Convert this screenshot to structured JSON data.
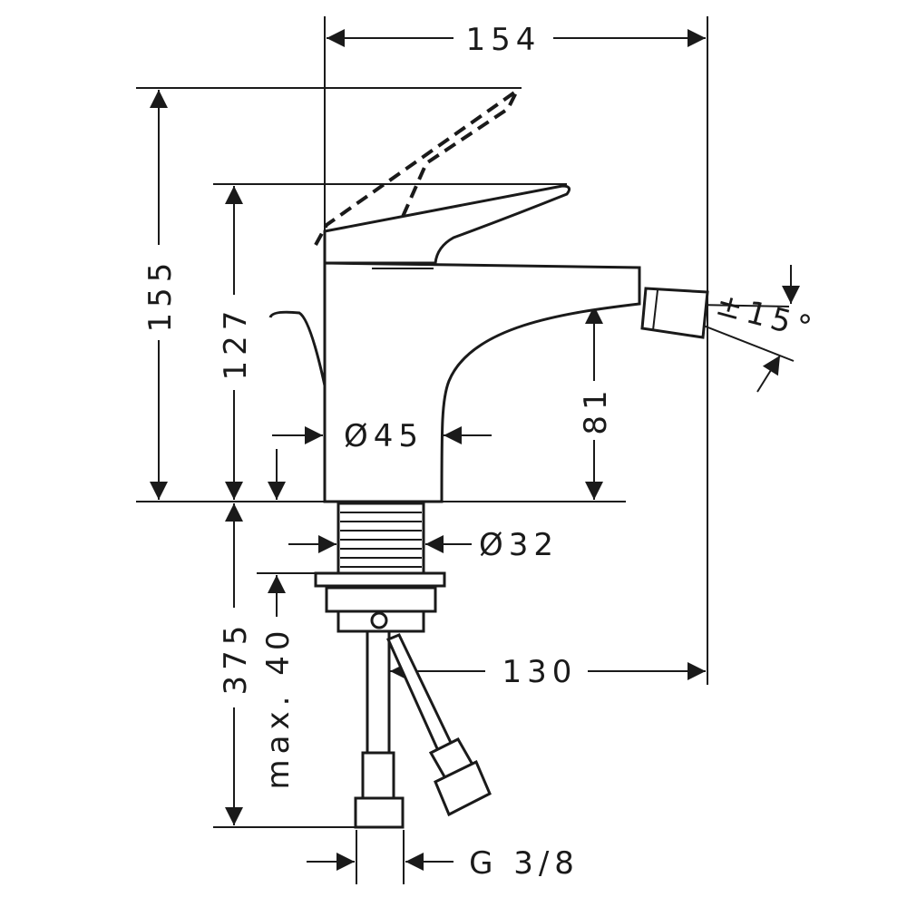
{
  "title": "Bidet mixer dimension drawing",
  "dimensions": {
    "overall_width": "154",
    "overall_height_lever_open": "155",
    "overall_height": "127",
    "spout_angle": "±15°",
    "spout_height": "81",
    "body_diameter": "Ø45",
    "shank_diameter": "Ø32",
    "hose_length": "375",
    "max_counter_thickness": "max. 40",
    "spout_reach": "130",
    "connection_thread": "G 3/8"
  },
  "colors": {
    "line": "#1a1a1a",
    "background": "#ffffff"
  }
}
